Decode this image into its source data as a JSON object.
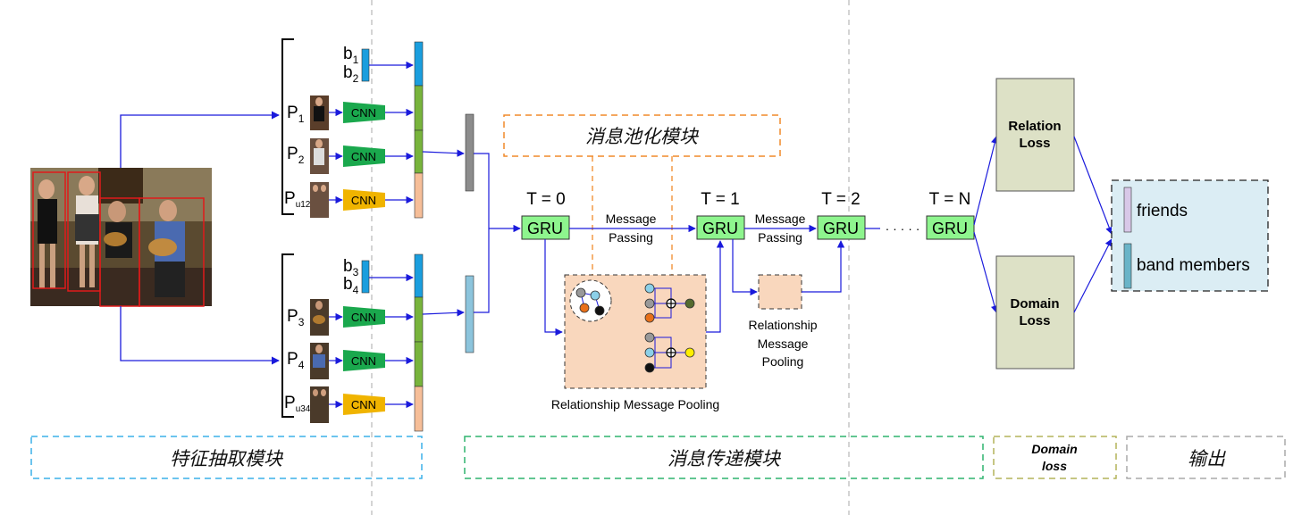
{
  "feature_module": {
    "title": "特征抽取模块",
    "b_labels": [
      {
        "base": "b",
        "sub": "1"
      },
      {
        "base": "b",
        "sub": "2"
      },
      {
        "base": "b",
        "sub": "3"
      },
      {
        "base": "b",
        "sub": "4"
      }
    ],
    "p_labels": [
      {
        "base": "P",
        "sub": "1"
      },
      {
        "base": "P",
        "sub": "2"
      },
      {
        "base": "P",
        "sub": "u12"
      },
      {
        "base": "P",
        "sub": "3"
      },
      {
        "base": "P",
        "sub": "4"
      },
      {
        "base": "P",
        "sub": "u34"
      }
    ],
    "cnn_label": "CNN"
  },
  "pooling_module": {
    "title": "消息池化模块"
  },
  "message_module": {
    "title": "消息传递模块",
    "time_steps": [
      "T = 0",
      "T = 1",
      "T = 2",
      "T = N"
    ],
    "gru_label": "GRU",
    "message_passing_1": {
      "line1": "Message",
      "line2": "Passing"
    },
    "message_passing_2": {
      "line1": "Message",
      "line2": "Passing"
    },
    "ellipsis": "· · · · ·",
    "rmp_caption": "Relationship Message Pooling",
    "rmp_small_caption": {
      "line1": "Relationship",
      "line2": "Message",
      "line3": "Pooling"
    }
  },
  "losses": {
    "relation": {
      "line1": "Relation",
      "line2": "Loss"
    },
    "domain": {
      "line1": "Domain",
      "line2": "Loss"
    }
  },
  "domain_loss_module": {
    "line1": "Domain",
    "line2": "loss"
  },
  "output_module": {
    "title": "输出",
    "items": [
      "friends",
      "band members"
    ]
  },
  "colors": {
    "arrow": "#1a1adc",
    "cnn_green": "#1aa84d",
    "cnn_orange": "#f0b400",
    "gru_fill": "#8ef58e",
    "loss_fill": "#dde1c6",
    "pool_fill": "#f9d7bd",
    "output_fill": "#dbedf4",
    "bar_blue": "#1a9ede",
    "bar_green": "#78b43c",
    "bar_peach": "#f6be98",
    "bar_gray": "#8c8c8c",
    "bar_lightblue": "#8cc4dc"
  }
}
